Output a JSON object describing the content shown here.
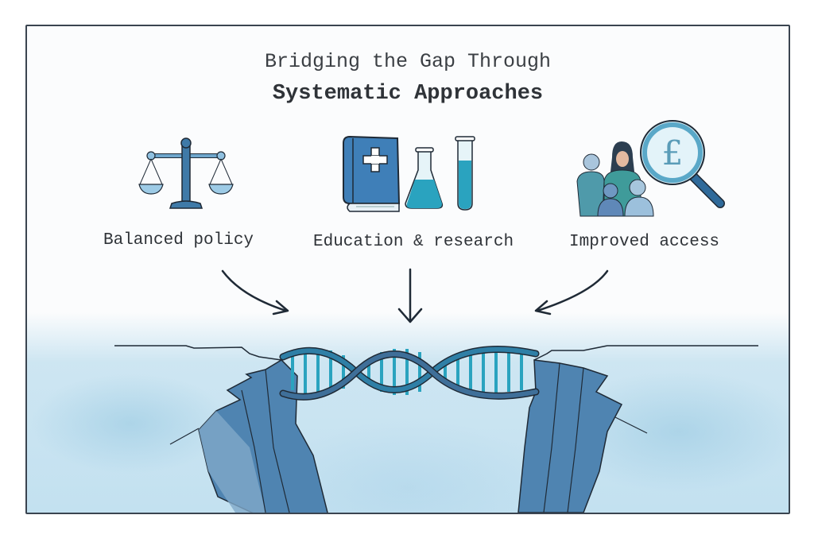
{
  "title": {
    "line1": "Bridging the Gap Through",
    "line2": "Systematic Approaches"
  },
  "approaches": [
    {
      "label": "Balanced policy",
      "icon": "scales-of-justice-icon"
    },
    {
      "label": "Education & research",
      "icon": "medical-book-and-lab-flasks-icon"
    },
    {
      "label": "Improved access",
      "icon": "people-with-pound-magnifier-icon"
    }
  ],
  "bridge": {
    "icon": "dna-double-helix-icon",
    "description": "DNA helix bridging a gap between two cliffs"
  },
  "magnifier_symbol": "£",
  "colors": {
    "dark_blue": "#2f6a9a",
    "mid_blue": "#4a86b5",
    "light_blue": "#8fc6df",
    "teal": "#2aa3bf",
    "ink": "#1f2a36"
  }
}
